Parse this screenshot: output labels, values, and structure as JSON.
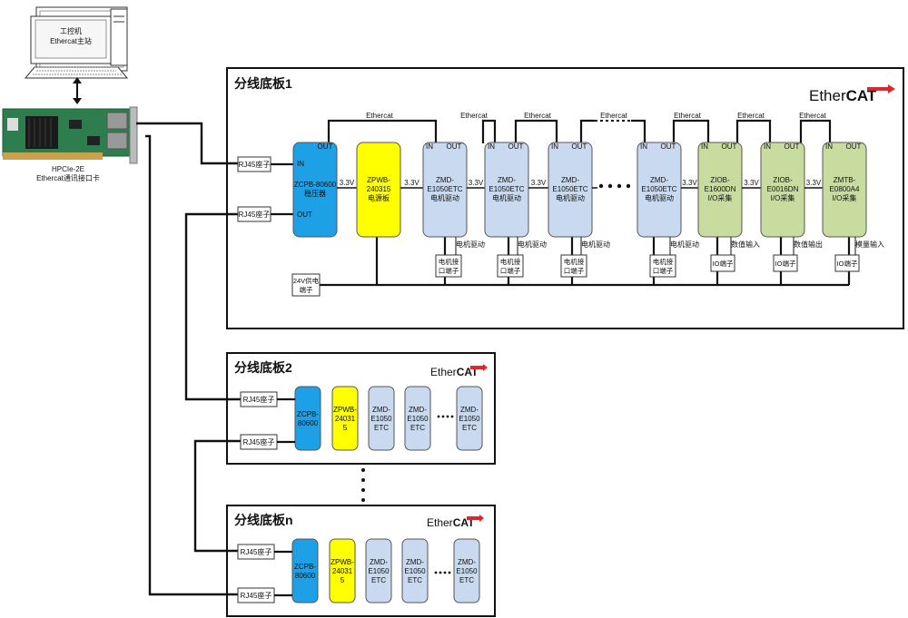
{
  "pc": {
    "label_line1": "工控机",
    "label_line2": "Ethercat主站"
  },
  "card": {
    "name": "HPCIe-2E",
    "desc": "Ethercat通讯接口卡"
  },
  "ethercat_logo": {
    "text_plain": "Ether",
    "text_bold": "CAT"
  },
  "board1": {
    "title": "分线底板1",
    "rj45_label": "RJ45座子",
    "power_label_line1": "24V供电",
    "power_label_line2": "端子",
    "ethercat_link_label": "Ethercat",
    "blocks": [
      {
        "lines": [
          "ZCPB-80600",
          "稳压器"
        ],
        "in": "IN",
        "out": "OUT",
        "extra_in": "IN",
        "extra_out": "OUT",
        "color": "#1ea0e6"
      },
      {
        "lines": [
          "ZPWB-",
          "240315",
          "电源板"
        ],
        "color": "#ffff00"
      },
      {
        "lines": [
          "ZMD-",
          "E1050ETC",
          "电机驱动"
        ],
        "in": "IN",
        "out": "OUT",
        "color": "#c9d9f0",
        "bottom_label": "电机驱动",
        "terminal": [
          "电机接",
          "口端子"
        ]
      },
      {
        "lines": [
          "ZMD-",
          "E1050ETC",
          "电机驱动"
        ],
        "in": "IN",
        "out": "OUT",
        "color": "#c9d9f0",
        "bottom_label": "电机驱动",
        "terminal": [
          "电机接",
          "口端子"
        ]
      },
      {
        "lines": [
          "ZMD-",
          "E1050ETC",
          "电机驱动"
        ],
        "in": "IN",
        "out": "OUT",
        "color": "#c9d9f0",
        "bottom_label": "电机驱动",
        "terminal": [
          "电机接",
          "口端子"
        ]
      },
      {
        "lines": [
          "ZMD-",
          "E1050ETC",
          "电机驱动"
        ],
        "in": "IN",
        "out": "OUT",
        "color": "#c9d9f0",
        "bottom_label": "电机驱动",
        "terminal": [
          "电机接",
          "口端子"
        ]
      },
      {
        "lines": [
          "ZIOB-",
          "E1600DN",
          "I/O采集"
        ],
        "in": "IN",
        "out": "OUT",
        "color": "#c7dc9e",
        "bottom_label": "数值输入",
        "terminal": [
          "IO端子"
        ]
      },
      {
        "lines": [
          "ZIOB-",
          "E0016DN",
          "I/O采集"
        ],
        "in": "IN",
        "out": "OUT",
        "color": "#c7dc9e",
        "bottom_label": "数值输出",
        "terminal": [
          "IO端子"
        ]
      },
      {
        "lines": [
          "ZMTB-",
          "E0800A4",
          "I/O采集"
        ],
        "in": "IN",
        "out": "OUT",
        "color": "#c7dc9e",
        "bottom_label": "模量输入",
        "terminal": [
          "IO端子"
        ]
      }
    ],
    "voltage_label": "3.3V"
  },
  "board2": {
    "title": "分线底板2",
    "rj45_label": "RJ45座子",
    "blocks": [
      {
        "lines": [
          "ZCPB-",
          "80600"
        ],
        "color": "#1ea0e6"
      },
      {
        "lines": [
          "ZPWB-",
          "24031",
          "5"
        ],
        "color": "#ffff00"
      },
      {
        "lines": [
          "ZMD-",
          "E1050",
          "ETC"
        ],
        "color": "#c9d9f0"
      },
      {
        "lines": [
          "ZMD-",
          "E1050",
          "ETC"
        ],
        "color": "#c9d9f0"
      },
      {
        "lines": [
          "ZMD-",
          "E1050",
          "ETC"
        ],
        "color": "#c9d9f0"
      }
    ]
  },
  "boardn": {
    "title": "分线底板n",
    "rj45_label": "RJ45座子",
    "blocks": [
      {
        "lines": [
          "ZCPB-",
          "80600"
        ],
        "color": "#1ea0e6"
      },
      {
        "lines": [
          "ZPWB-",
          "24031",
          "5"
        ],
        "color": "#ffff00"
      },
      {
        "lines": [
          "ZMD-",
          "E1050",
          "ETC"
        ],
        "color": "#c9d9f0"
      },
      {
        "lines": [
          "ZMD-",
          "E1050",
          "ETC"
        ],
        "color": "#c9d9f0"
      },
      {
        "lines": [
          "ZMD-",
          "E1050",
          "ETC"
        ],
        "color": "#c9d9f0"
      }
    ]
  },
  "colors": {
    "line": "#111111",
    "blue": "#1ea0e6",
    "yellow": "#ffff00",
    "lightblue": "#c9d9f0",
    "green": "#c7dc9e",
    "logo_red": "#e0262a"
  }
}
